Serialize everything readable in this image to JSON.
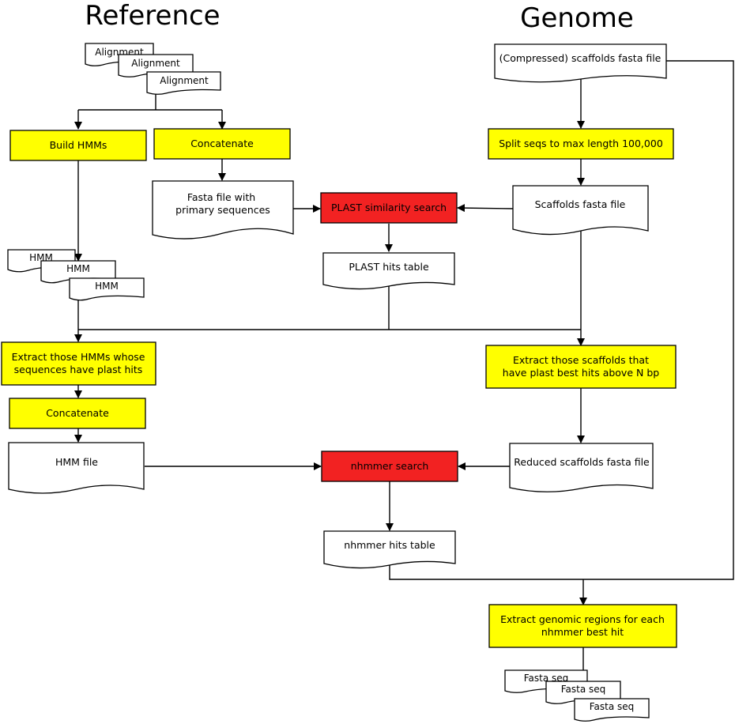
{
  "headings": {
    "reference": "Reference",
    "genome": "Genome"
  },
  "nodes": {
    "alignment_1": "Alignment",
    "alignment_2": "Alignment",
    "alignment_3": "Alignment",
    "build_hmms": "Build HMMs",
    "concatenate_top": "Concatenate",
    "fasta_primary_l1": "Fasta file with",
    "fasta_primary_l2": "primary sequences",
    "hmm_1": "HMM",
    "hmm_2": "HMM",
    "hmm_3": "HMM",
    "plast_search": "PLAST similarity search",
    "plast_table": "PLAST hits table",
    "compressed_scaffolds": "(Compressed) scaffolds fasta file",
    "split_seqs": "Split seqs to max length 100,000",
    "scaffolds_fasta": "Scaffolds fasta file",
    "extract_hmms_l1": "Extract those HMMs whose",
    "extract_hmms_l2": "sequences have plast hits",
    "concatenate_bottom": "Concatenate",
    "extract_scaffolds_l1": "Extract those scaffolds that",
    "extract_scaffolds_l2": "have plast best hits above N bp",
    "hmm_file": "HMM file",
    "nhmmer_search": "nhmmer search",
    "reduced_scaffolds": "Reduced scaffolds fasta file",
    "nhmmer_table": "nhmmer hits table",
    "extract_regions_l1": "Extract genomic regions for each",
    "extract_regions_l2": "nhmmer best hit",
    "fasta_seq_1": "Fasta seq",
    "fasta_seq_2": "Fasta seq",
    "fasta_seq_3": "Fasta seq"
  },
  "colors": {
    "process": "#ffff00",
    "search": "#f22222",
    "document": "#ffffff"
  }
}
